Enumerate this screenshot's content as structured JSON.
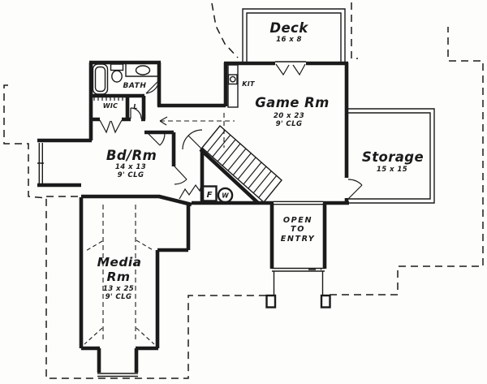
{
  "colors": {
    "ink": "#1b1b1b",
    "paper": "#fdfdfb"
  },
  "rooms": {
    "deck": {
      "name": "Deck",
      "dims": "16 x 8"
    },
    "game_room": {
      "name": "Game Rm",
      "dims": "20 x 23",
      "ceiling": "9' CLG"
    },
    "storage": {
      "name": "Storage",
      "dims": "15 x 15"
    },
    "bedroom": {
      "name": "Bd/Rm",
      "dims": "14 x 13",
      "ceiling": "9' CLG"
    },
    "media_room": {
      "name_line1": "Media",
      "name_line2": "Rm",
      "dims": "13 x 25",
      "ceiling": "9' CLG"
    }
  },
  "labels": {
    "bath": "BATH",
    "kitchenette": "KIT",
    "walk_in_closet": "WIC",
    "linen": "L",
    "furnace": "F",
    "washer": "W"
  },
  "open_to_entry": {
    "line1": "OPEN",
    "line2": "TO",
    "line3": "ENTRY"
  }
}
